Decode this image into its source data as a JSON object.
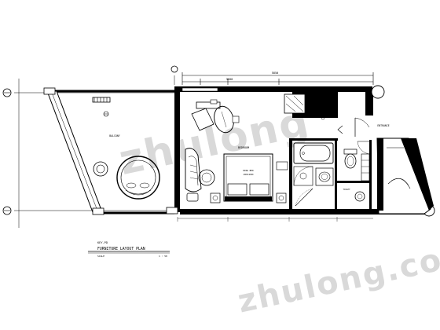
{
  "drawing": {
    "caption_ref": "KEY-PD",
    "caption_title": "FURNITURE LAYOUT PLAN",
    "caption_scale_label": "SCALE",
    "caption_scale_value": "1 : 50"
  },
  "rooms": {
    "balcony": "BALCONY",
    "bedroom": "BEDROOM",
    "entrance": "ENTRANCE",
    "toilet": "TOILET",
    "bed_line1": "KING BED",
    "bed_line2": "2000×2000"
  },
  "dimensions": {
    "top_overall": "5850",
    "top_segment": "3600"
  },
  "watermark": {
    "text1": "zhulong",
    "text2": "zhulong.com"
  }
}
